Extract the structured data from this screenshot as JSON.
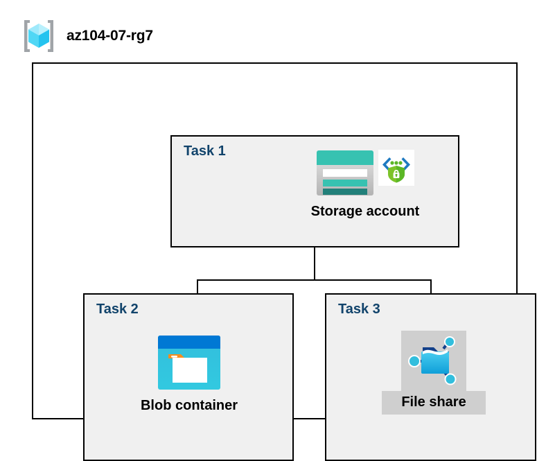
{
  "header": {
    "icon": "azure-resource-group-icon",
    "title": "az104-07-rg7"
  },
  "colors": {
    "task_label": "#11436b",
    "box_border": "#000000",
    "box_fill": "#f0f0f0",
    "canvas": "#ffffff",
    "highlight": "#cfcfcf",
    "storage_teal": "#37c2b1",
    "storage_teal_dark": "#22807a",
    "blob_blue": "#0078d4",
    "blob_cyan": "#32bedd",
    "blob_orange": "#f78d1e",
    "fileshare_blue": "#32bedd",
    "secure_green": "#5bb726",
    "secure_blue": "#1f7ac1"
  },
  "diagram": {
    "type": "hierarchy",
    "root": "az104-07-rg7",
    "edges": [
      {
        "from": "Storage account",
        "to": "Blob container"
      },
      {
        "from": "Storage account",
        "to": "File share"
      }
    ]
  },
  "tasks": [
    {
      "id": "task-1",
      "label": "Task 1",
      "node": {
        "caption": "Storage account",
        "icons": [
          "storage-account-icon",
          "secure-endpoint-shield-icon"
        ],
        "highlighted": false
      }
    },
    {
      "id": "task-2",
      "label": "Task 2",
      "node": {
        "caption": "Blob container",
        "icons": [
          "blob-container-icon"
        ],
        "highlighted": false
      }
    },
    {
      "id": "task-3",
      "label": "Task 3",
      "node": {
        "caption": "File share",
        "icons": [
          "file-share-icon"
        ],
        "highlighted": true
      }
    }
  ]
}
